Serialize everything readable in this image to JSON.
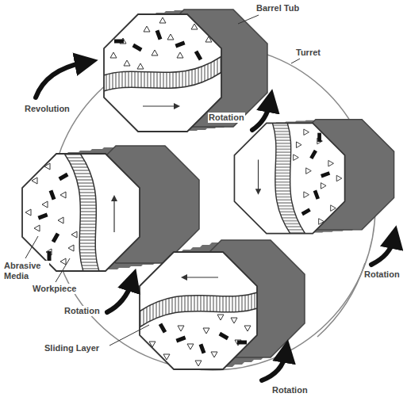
{
  "diagram": {
    "labels": [
      "Barrel Tub",
      "Turret",
      "Revolution",
      "Rotation",
      "Rotation",
      "Abrasive Media",
      "Workpiece",
      "Rotation",
      "Sliding Layer",
      "Rotation"
    ]
  }
}
